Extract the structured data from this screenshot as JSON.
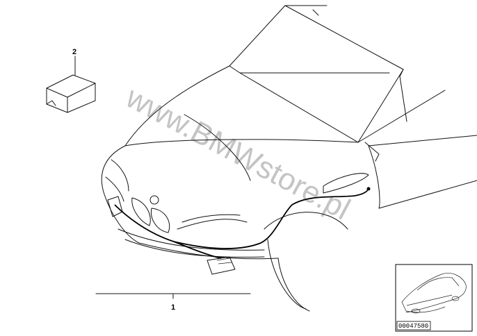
{
  "callouts": {
    "wiring_set": "1",
    "package": "2"
  },
  "watermark": "www.BMWstore.pl",
  "thumbnail": {
    "reference_code": "00047580"
  }
}
